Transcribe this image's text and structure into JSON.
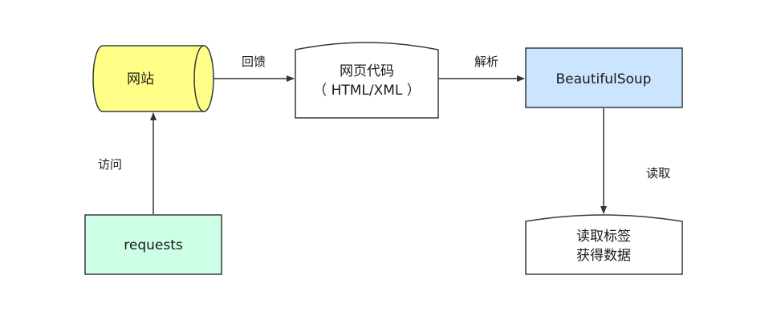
{
  "nodes": {
    "website": {
      "label": "网站",
      "fill": "#ffff88"
    },
    "page_source": {
      "line1": "网页代码",
      "line2": "（ HTML/XML ）",
      "fill": "#ffffff"
    },
    "beautifulsoup": {
      "label": "BeautifulSoup",
      "fill": "#cce5ff"
    },
    "requests": {
      "label": "requests",
      "fill": "#ccffe6"
    },
    "output": {
      "line1": "读取标签",
      "line2": "获得数据",
      "fill": "#ffffff"
    }
  },
  "edges": {
    "feedback": "回馈",
    "parse": "解析",
    "visit": "访问",
    "read": "读取"
  },
  "colors": {
    "stroke": "#36393d",
    "arrow": "#333333"
  }
}
